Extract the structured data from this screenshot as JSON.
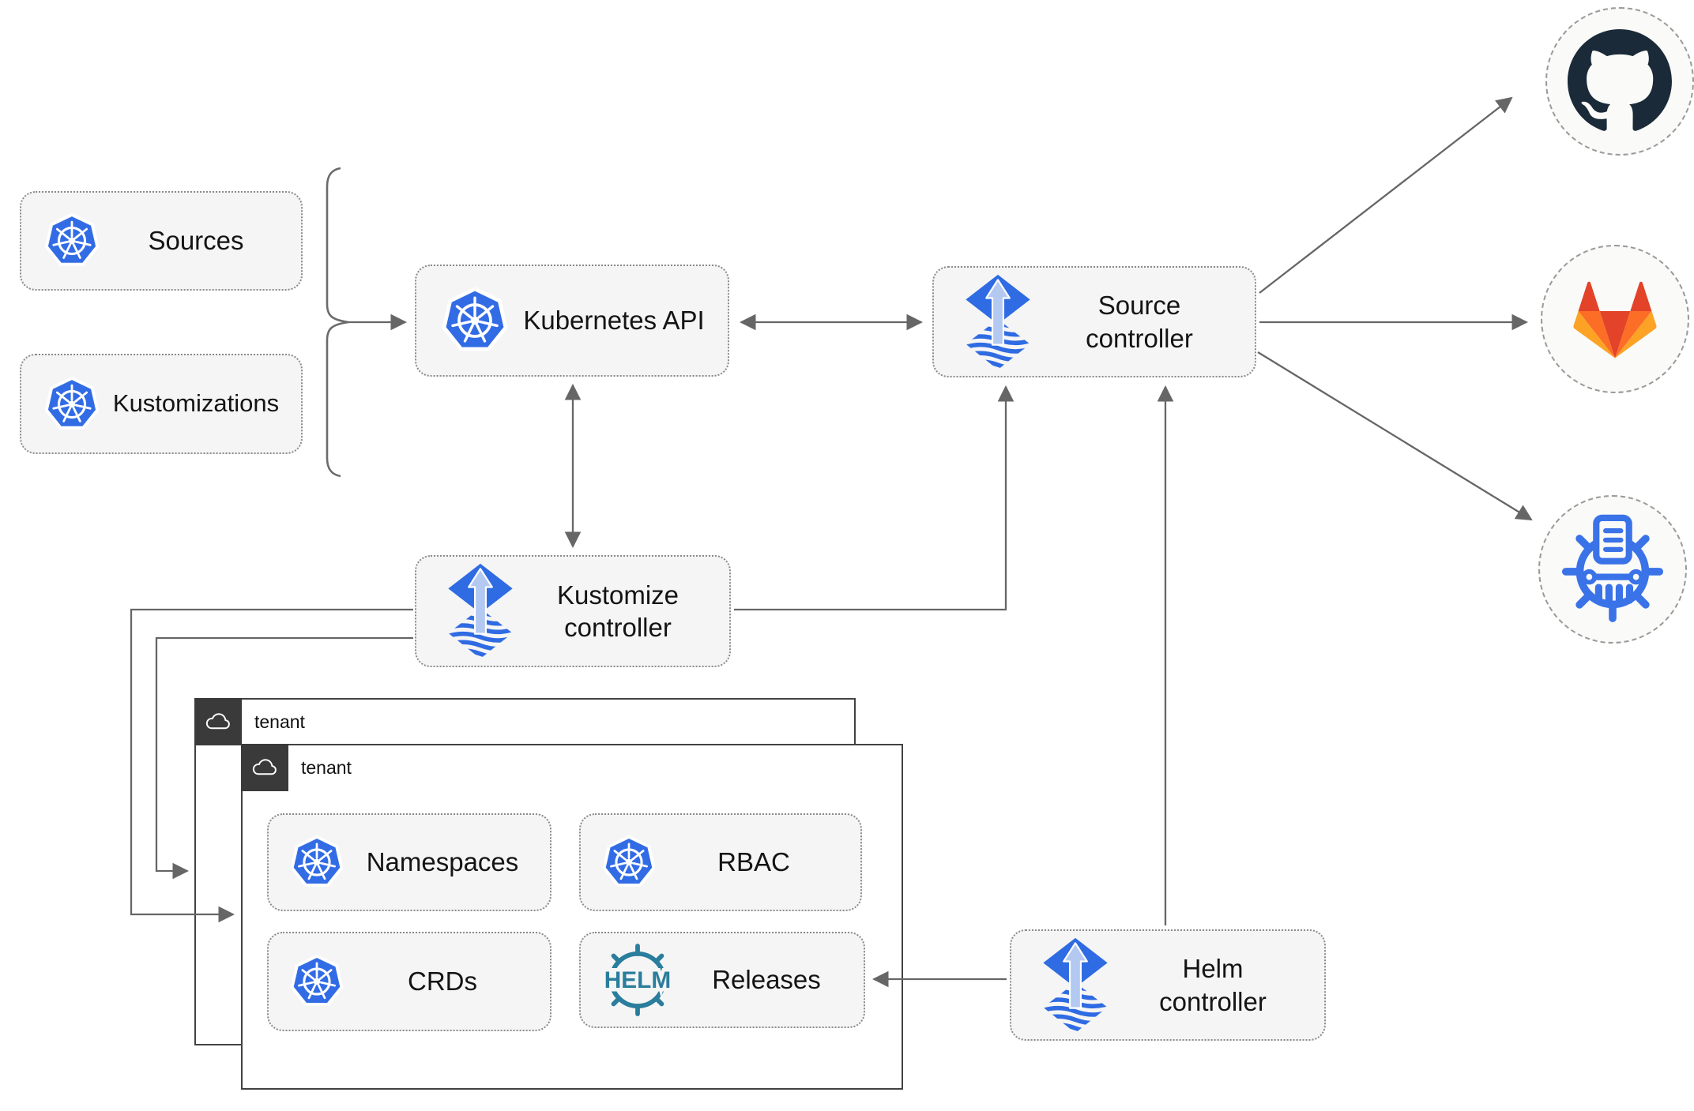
{
  "diagram": {
    "title_hint": "Flux GitOps multi-tenancy architecture diagram",
    "nodes": {
      "sources": {
        "label": "Sources",
        "icon": "kubernetes-logo"
      },
      "kustomizations": {
        "label": "Kustomizations",
        "icon": "kubernetes-logo"
      },
      "kubernetes_api": {
        "label": "Kubernetes API",
        "icon": "kubernetes-logo"
      },
      "source_controller": {
        "label": "Source\ncontroller",
        "icon": "flux-logo"
      },
      "kustomize_controller": {
        "label": "Kustomize\ncontroller",
        "icon": "flux-logo"
      },
      "helm_controller": {
        "label": "Helm\ncontroller",
        "icon": "flux-logo"
      }
    },
    "tenants": {
      "back": {
        "label": "tenant",
        "icon": "cloud-icon"
      },
      "front": {
        "label": "tenant",
        "icon": "cloud-icon"
      }
    },
    "tenant_resources": {
      "namespaces": {
        "label": "Namespaces",
        "icon": "kubernetes-logo"
      },
      "rbac": {
        "label": "RBAC",
        "icon": "kubernetes-logo"
      },
      "crds": {
        "label": "CRDs",
        "icon": "kubernetes-logo"
      },
      "releases": {
        "label": "Releases",
        "icon": "helm-wheel-icon",
        "logo_text": "HELM"
      }
    },
    "external_systems": {
      "github": {
        "icon": "github-icon"
      },
      "gitlab": {
        "icon": "gitlab-icon"
      },
      "helm_repository": {
        "icon": "chart-repository-icon"
      }
    },
    "colors": {
      "kubernetes_blue": "#326ce5",
      "flux_blue": "#2f6be2",
      "flux_arrow_light": "#b3c9f1",
      "helm_teal": "#2a7d9c",
      "github_dark": "#1b2a38",
      "gitlab_red": "#e24329",
      "gitlab_orange": "#fc6d26",
      "gitlab_yellow": "#fca326",
      "chart_repo_blue": "#3a72e8",
      "edge_gray": "#666666",
      "node_fill": "#f5f5f5",
      "tenant_header_dark": "#3a3a3a"
    }
  }
}
